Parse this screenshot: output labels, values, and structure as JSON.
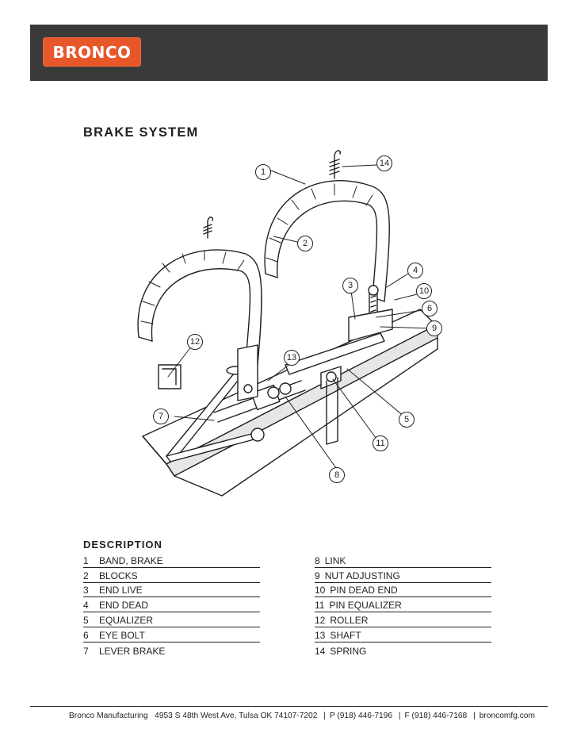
{
  "header": {
    "logo_text": "BRONCO",
    "brand_color": "#e8572a",
    "bar_color": "#3a3a3a"
  },
  "title": "BRAKE SYSTEM",
  "callouts": [
    "1",
    "2",
    "3",
    "4",
    "5",
    "6",
    "7",
    "8",
    "9",
    "10",
    "11",
    "12",
    "13",
    "14"
  ],
  "description": {
    "heading": "DESCRIPTION",
    "left": [
      {
        "num": "1",
        "label": "BAND, BRAKE"
      },
      {
        "num": "2",
        "label": "BLOCKS"
      },
      {
        "num": "3",
        "label": "END LIVE"
      },
      {
        "num": "4",
        "label": "END DEAD"
      },
      {
        "num": "5",
        "label": "EQUALIZER"
      },
      {
        "num": "6",
        "label": "EYE BOLT"
      },
      {
        "num": "7",
        "label": "LEVER BRAKE"
      }
    ],
    "right": [
      {
        "num": "8",
        "label": "LINK"
      },
      {
        "num": "9",
        "label": "NUT ADJUSTING"
      },
      {
        "num": "10",
        "label": "PIN DEAD END"
      },
      {
        "num": "11",
        "label": "PIN EQUALIZER"
      },
      {
        "num": "12",
        "label": "ROLLER"
      },
      {
        "num": "13",
        "label": "SHAFT"
      },
      {
        "num": "14",
        "label": "SPRING"
      }
    ]
  },
  "footer": {
    "company": "Bronco Manufacturing",
    "address": "4953 S 48th West Ave, Tulsa OK 74107-7202",
    "phone": "P (918) 446-7196",
    "fax": "F (918) 446-7168",
    "website": "broncomfg.com"
  }
}
